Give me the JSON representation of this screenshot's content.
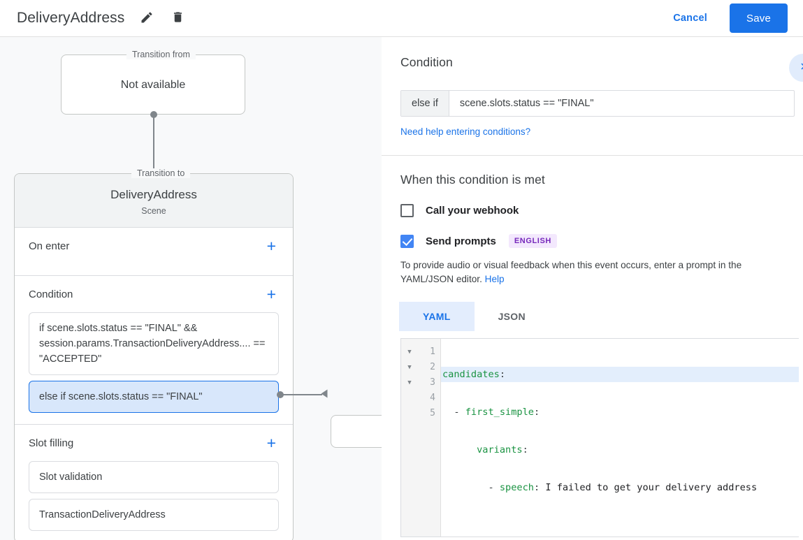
{
  "header": {
    "title": "DeliveryAddress",
    "edit_icon": "pencil-icon",
    "delete_icon": "trash-icon",
    "cancel_label": "Cancel",
    "save_label": "Save",
    "accent_color": "#1a73e8"
  },
  "canvas": {
    "transition_from": {
      "legend": "Transition from",
      "value": "Not available"
    },
    "transition_to": {
      "legend": "Transition to",
      "title": "DeliveryAddress",
      "subtitle": "Scene"
    },
    "sections": [
      {
        "label": "On enter",
        "add_label": "+",
        "items": []
      },
      {
        "label": "Condition",
        "add_label": "+",
        "items": [
          {
            "text": "if scene.slots.status == \"FINAL\" && session.params.TransactionDeliveryAddress.... == \"ACCEPTED\"",
            "selected": false
          },
          {
            "text": "else if scene.slots.status == \"FINAL\"",
            "selected": true
          }
        ]
      },
      {
        "label": "Slot filling",
        "add_label": "+",
        "items": [
          {
            "text": "Slot validation",
            "selected": false
          },
          {
            "text": "TransactionDeliveryAddress",
            "selected": false
          }
        ]
      }
    ]
  },
  "panel": {
    "condition": {
      "heading": "Condition",
      "prefix": "else if",
      "value": "scene.slots.status == \"FINAL\"",
      "placeholder": "",
      "help_link": "Need help entering conditions?",
      "expand_icon": "chevron-right-icon"
    },
    "when_met": {
      "heading": "When this condition is met",
      "webhook": {
        "label": "Call your webhook",
        "checked": false
      },
      "prompts": {
        "label": "Send prompts",
        "checked": true,
        "badge": "ENGLISH",
        "badge_bg": "#f3e8fd",
        "badge_fg": "#7627bb"
      },
      "description": "To provide audio or visual feedback when this event occurs, enter a prompt in the YAML/JSON editor.",
      "description_link": "Help",
      "tabs": [
        {
          "label": "YAML",
          "active": true
        },
        {
          "label": "JSON",
          "active": false
        }
      ],
      "editor": {
        "line_numbers": [
          "1",
          "2",
          "3",
          "4",
          "5"
        ],
        "folds": [
          true,
          true,
          true,
          false,
          false
        ],
        "highlighted_line": 1,
        "lines": [
          {
            "key": "candidates",
            "punct": ":",
            "indent": 0,
            "dash": false,
            "value": ""
          },
          {
            "key": "first_simple",
            "punct": ":",
            "indent": 2,
            "dash": true,
            "value": ""
          },
          {
            "key": "variants",
            "punct": ":",
            "indent": 6,
            "dash": false,
            "value": ""
          },
          {
            "key": "speech",
            "punct": ":",
            "indent": 8,
            "dash": true,
            "value": " I failed to get your delivery address"
          },
          {
            "key": "",
            "punct": "",
            "indent": 0,
            "dash": false,
            "value": ""
          }
        ]
      }
    }
  }
}
